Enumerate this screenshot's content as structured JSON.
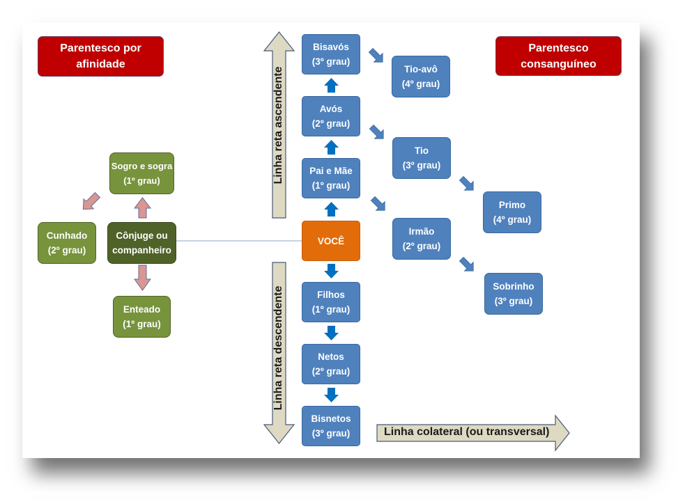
{
  "headers": {
    "affinity": [
      "Parentesco por",
      "afinidade"
    ],
    "consanguineous": [
      "Parentesco",
      "consanguíneo"
    ]
  },
  "axes": {
    "ascending": "Linha reta ascendente",
    "descending": "Linha reta descendente",
    "collateral": "Linha colateral (ou transversal)"
  },
  "center": {
    "label": "VOCÊ"
  },
  "straight_line": {
    "ascendants": [
      {
        "name": "Pai e Mãe",
        "degree": "(1º grau)"
      },
      {
        "name": "Avós",
        "degree": "(2º grau)"
      },
      {
        "name": "Bisavós",
        "degree": "(3º grau)"
      }
    ],
    "descendants": [
      {
        "name": "Filhos",
        "degree": "(1º grau)"
      },
      {
        "name": "Netos",
        "degree": "(2º grau)"
      },
      {
        "name": "Bisnetos",
        "degree": "(3º grau)"
      }
    ]
  },
  "collateral": [
    {
      "name": "Tio-avô",
      "degree": "(4º grau)"
    },
    {
      "name": "Tio",
      "degree": "(3º grau)"
    },
    {
      "name": "Irmão",
      "degree": "(2º grau)"
    },
    {
      "name": "Primo",
      "degree": "(4º grau)"
    },
    {
      "name": "Sobrinho",
      "degree": "(3º grau)"
    }
  ],
  "affinity": {
    "spouse": [
      "Cônjuge ou",
      "companheiro"
    ],
    "in_laws": {
      "name": "Sogro e sogra",
      "degree": "(1º grau)"
    },
    "sibling_in_law": {
      "name": "Cunhado",
      "degree": "(2º grau)"
    },
    "stepchild": {
      "name": "Enteado",
      "degree": "(1º grau)"
    }
  },
  "colors": {
    "header_red": "#c00000",
    "blood_blue": "#4f81bd",
    "you_orange": "#e36c0a",
    "affinity_green": "#77933c",
    "spouse_dark_green": "#4f6228",
    "arrow_blue": "#0070c0",
    "arrow_pink": "#d99694",
    "axis_arrow_fill": "#ddd9c3"
  }
}
